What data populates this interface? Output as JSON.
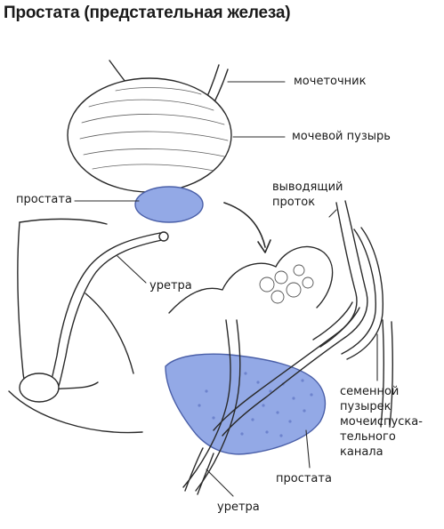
{
  "title": "Простата (предстательная железа)",
  "labels": {
    "ureter": "мочеточник",
    "bladder": "мочевой пузырь",
    "prostate_top": "простата",
    "urethra_top": "уретра",
    "duct_line1": "выводящий",
    "duct_line2": "проток",
    "vesicle_line1": "семенной",
    "vesicle_line2": "пузырек",
    "channel_line1": "мочеиспуска-",
    "channel_line2": "тельного",
    "channel_line3": "канала",
    "prostate_bottom": "простата",
    "urethra_bottom": "уретра"
  },
  "colors": {
    "line": "#2a2a2a",
    "prostate_fill": "#93a9e6",
    "prostate_stroke": "#4a5fa8",
    "gland_dots": "#5a6fc0"
  }
}
